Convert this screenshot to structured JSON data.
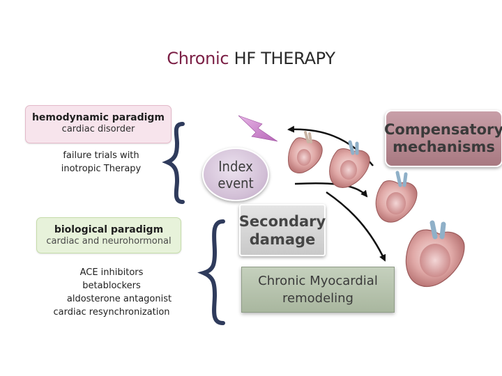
{
  "title": {
    "accent": "Chronic",
    "rest": "HF THERAPY"
  },
  "hemodynamic": {
    "heading": "hemodynamic paradigm",
    "subtitle": "cardiac disorder",
    "notes": [
      "failure trials with",
      "inotropic Therapy"
    ]
  },
  "biological": {
    "heading": "biological paradigm",
    "subtitle": "cardiac and neurohormonal",
    "notes": [
      "ACE inhibitors",
      "betablockers",
      "aldosterone antagonist",
      "cardiac resynchronization"
    ]
  },
  "index_event": "Index\nevent",
  "compensatory": "Compensatory\nmechanisms",
  "secondary": "Secondary\ndamage",
  "remodeling": "Chronic Myocardial\nremodeling",
  "colors": {
    "title_accent": "#7b1f45",
    "hemodynamic_box": "#f7e4ec",
    "biological_box": "#e7f2da",
    "index_event": "#d2bfd6",
    "compensatory": "#b88a93",
    "secondary": "#d6d6d6",
    "remodeling": "#b7c3ad",
    "brace": "#2f3b5c",
    "arrow": "#c07cc0"
  },
  "icons": [
    "left-brace-icon",
    "arrow-icon",
    "heart-icon"
  ]
}
